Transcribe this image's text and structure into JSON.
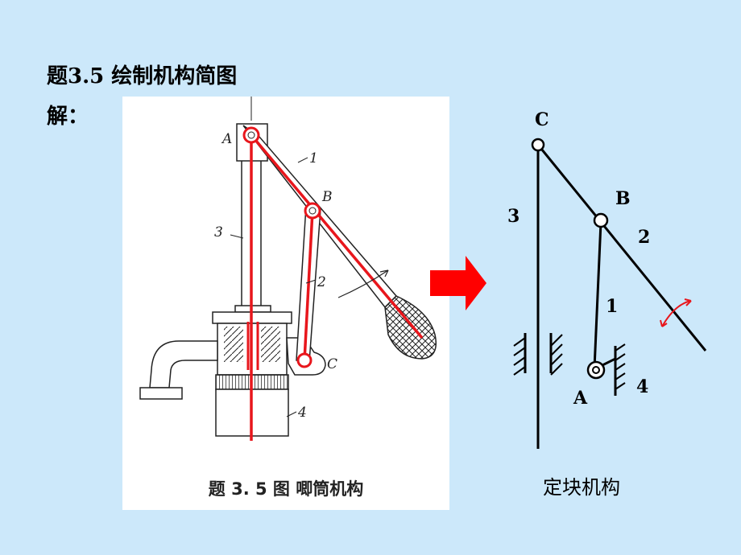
{
  "heading": {
    "title": "题3.5   绘制机构简图",
    "solution_label": "解："
  },
  "figure": {
    "caption": "题 3. 5 图   唧筒机构",
    "labels": {
      "A": "A",
      "B": "B",
      "C": "C",
      "l1": "1",
      "l2": "2",
      "l3": "3",
      "l4": "4"
    }
  },
  "scheme": {
    "caption": "定块机构",
    "labels": {
      "A": "A",
      "B": "B",
      "C": "C",
      "l1": "1",
      "l2": "2",
      "l3": "3",
      "l4": "4"
    }
  },
  "colors": {
    "background": "#cce8fa",
    "highlight": "#e8161c",
    "arrow": "#ff0000"
  }
}
